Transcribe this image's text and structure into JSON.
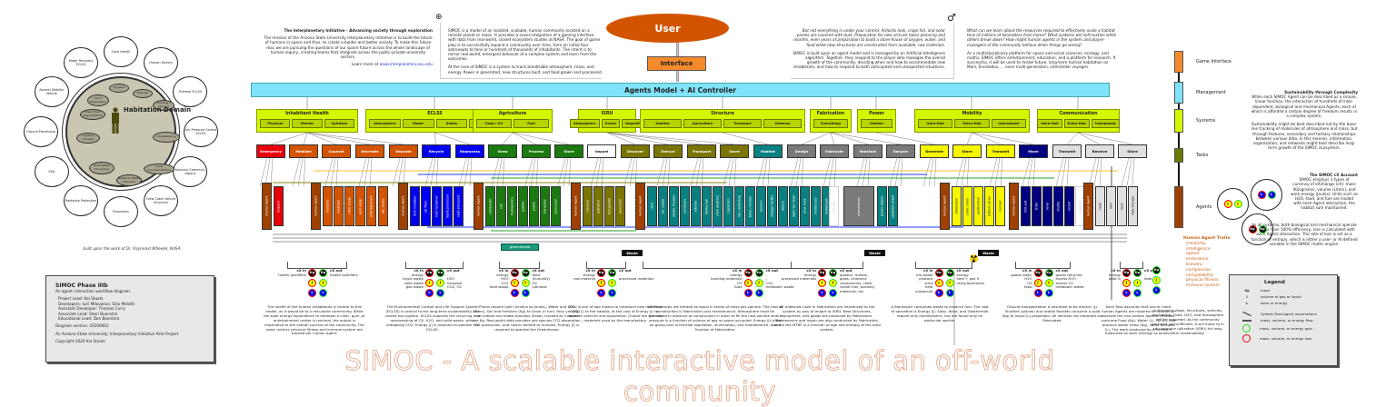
{
  "habitation_diagram": {
    "center_label": "Habitation Domain",
    "outer_domains": [
      "Crew Health",
      "Human Factors",
      "Thermal ECLSS",
      "Air/ Pressure Control ECLSS",
      "Avionics/ Communi- cations",
      "Crew Cabin Vehicle Structure",
      "Propulsion",
      "Radiation Protection",
      "EVA",
      "Ground Processing",
      "Ascent/ Mobility Vehicle",
      "Water Recovery ECLSS"
    ],
    "inner_functions": [
      "Hygiene",
      "Exercise",
      "Food Preparation",
      "Fresh Food Augmentation",
      "Clothing / Laundry",
      "Logistics Storage",
      "Housekeeping",
      "Solid Waste Processing",
      "Crew Accommodations",
      "Metabolic Waste Collection"
    ],
    "credit": "built upon the work of Dr. Raymond Wheeler, NASA"
  },
  "info_card": {
    "title": "SIMOC Phase IIIb",
    "subtitle": "An agent interaction workflow diagram.",
    "credits": [
      "Project Lead: Kai Staats",
      "Developers: Iurii Milovanov, Ezio Melotti",
      "Assistant Developer: Thomas Curry",
      "Associate Lead: Sheri Boonstra",
      "Educational Lead: Don Boonstra"
    ],
    "version": "Diagram version: 20200601",
    "org": "An Arizona State University, Interplanetary Initiative Pilot Project",
    "copyright": "Copyright 2020 Kai Staats"
  },
  "intro": {
    "heading": "The Interplanetary Initiative - Advancing society through exploration",
    "body": "The mission of the Arizona State University Interplanetary Initiative is to build the future of humans in space and thus, to create a bolder and better society. To make this future real, we are pursuing the questions of our space future across the whole landscape of human inquiry, creating teams that integrate across the public-private-university sectors.",
    "learn_more": "Learn more at ",
    "link": "www.interplanetary.asu.edu",
    "p2a": "SIMOC is a model of an isolated, scalable, human community located on a remote planet or moon. It provides a novel integration of a gaming interface with data from real-world, closed ecosystem studies at NASA. The goal of game play is to successfully expand a community over time, from an initial four astronauts to tens or hundreds of thousands of inhabitants. The intent is to mirror real-world, emergent behavior of a complex system and learn from the outcomes.",
    "p2b": "At the core of SIMOC is a system to track breathable atmosphere, mass, and energy. Power is generated, new structures built, and food grown and processed.",
    "p3a": "But not everything is under your control. Airlocks leak, crops fail, and solar panels are covered with dust. Preparation for new arrivals takes planning and months, even years of preparation to build a store-house of oxygen, water, and food while new structures are constructed from available, raw materials.",
    "p3b": "SIMOC is built upon an agent model and is managed by an Artificial Intelligence algorithm. Together, they respond to the player who manages the overall growth of the community, deciding when and how to accommodate new inhabitants, and how to respond to both anticipated and unexpected situations.",
    "p4a": "What can we learn about the resources required to effectively scale a habitat tens of millions of kilometers from home? What systems will self-sustain while others break down? How might human agents in the system and player-managers of the community behave when things go wrong?",
    "p4b": "As a multidisciplinary platform for space and social sciences, ecology, and maths, SIMOC offers entertainment, education, and a platform for research. If successful, it will be used to model future, long-term human habitation on Mars, Enceladus, ... even multi-generation, interstellar voyages.",
    "earth_symbol": "⊕",
    "mars_symbol": "♂"
  },
  "flow": {
    "user": "User",
    "interface": "Interface",
    "controller": "Agents Model + AI Controller"
  },
  "systems": [
    {
      "name": "Inhabitant Health",
      "subs": [
        "Physical",
        "Mental",
        "Spiritual"
      ]
    },
    {
      "name": "ECLSS",
      "subs": [
        "Atmosphere",
        "Water",
        "Solids",
        "Thermal"
      ]
    },
    {
      "name": "Agriculture",
      "subs": [
        "Food / O2",
        "Fuel"
      ]
    },
    {
      "name": "ISRU",
      "subs": [
        "Atmosphere",
        "Ocean",
        "Regolith"
      ]
    },
    {
      "name": "Structure",
      "subs": [
        "Habitat",
        "Agriculture",
        "Transport",
        "Defense"
      ]
    },
    {
      "name": "Fabrication",
      "subs": [
        "Everything"
      ]
    },
    {
      "name": "Power",
      "subs": [
        "Station"
      ]
    },
    {
      "name": "Mobility",
      "subs": [
        "Intra-Hab",
        "Extra-Hab",
        "Interplanet"
      ]
    },
    {
      "name": "Communication",
      "subs": [
        "Intra-Hab",
        "Extra-Hab",
        "Interplanet"
      ]
    }
  ],
  "tasks": [
    {
      "label": "Emergency",
      "color": "#e8000b"
    },
    {
      "label": "Mediate",
      "color": "#d35400"
    },
    {
      "label": "Counsel",
      "color": "#d35400"
    },
    {
      "label": "Recreate",
      "color": "#d35400"
    },
    {
      "label": "Educate",
      "color": "#d35400"
    },
    {
      "label": "Recycle",
      "color": "#0000f0"
    },
    {
      "label": "Reprocess",
      "color": "#0000f0"
    },
    {
      "label": "Grow",
      "color": "#1a7a10"
    },
    {
      "label": "Process",
      "color": "#1a7a10"
    },
    {
      "label": "Store",
      "color": "#1a7a10"
    },
    {
      "label": "Import",
      "color": "#ffffff"
    },
    {
      "label": "Discover",
      "color": "#7a7400"
    },
    {
      "label": "Extract",
      "color": "#7a7400"
    },
    {
      "label": "Transport",
      "color": "#7a7400"
    },
    {
      "label": "Store",
      "color": "#7a7400"
    },
    {
      "label": "Habitat",
      "color": "#088080"
    },
    {
      "label": "Design",
      "color": "#7a7a7a"
    },
    {
      "label": "Fabricate",
      "color": "#7a7a7a"
    },
    {
      "label": "Maintain",
      "color": "#7a7a7a"
    },
    {
      "label": "Recycle",
      "color": "#7a7a7a"
    },
    {
      "label": "Generate",
      "color": "#f6f600"
    },
    {
      "label": "Store",
      "color": "#f6f600"
    },
    {
      "label": "Transmit",
      "color": "#f6f600"
    },
    {
      "label": "Move",
      "color": "#000080"
    },
    {
      "label": "Transmit",
      "color": "#e0e0e0"
    },
    {
      "label": "Receive",
      "color": "#e0e0e0"
    },
    {
      "label": "Store",
      "color": "#e0e0e0"
    }
  ],
  "agent_groups": [
    {
      "color": "#e8000b",
      "agents": [
        "respond"
      ]
    },
    {
      "color": "#d35400",
      "agents": [
        "medbots",
        "medicine",
        "clinic equip",
        "gym equip",
        "entertainment",
        "art, books"
      ]
    },
    {
      "color": "#0000f0",
      "agents": [
        "CO2 scrubber",
        "air filter",
        "H2O reclaimer",
        "liquid processor",
        "solid processor"
      ]
    },
    {
      "color": "#1a7a10",
      "agents": [
        "composter",
        "soil",
        "hydroponics",
        "planter",
        "plants",
        "harvester",
        "processor"
      ]
    },
    {
      "color": "#7a7400",
      "agents": [
        "surveyor",
        "extractor",
        "transporter",
        "processor"
      ]
    },
    {
      "color": "#088080",
      "agents": [
        "clinic",
        "rec center",
        "studio, theater",
        "sanctuary",
        "kitchen",
        "dining hall",
        "crew quarters",
        "classroom",
        "lab / workshop",
        "toilet / shower",
        "laundry",
        "storage facility",
        "airlock",
        "light rail / train",
        "river dock",
        "shuttle bay",
        "rocket pad"
      ]
    },
    {
      "color": "#ffffff",
      "agents": [
        "armory"
      ]
    },
    {
      "color": "#7a7a7a",
      "agents": [
        "manufactory"
      ]
    },
    {
      "color": "#088080",
      "agents": [
        "power station",
        "radiation shield"
      ]
    },
    {
      "color": "#f6f600",
      "agents": [
        "bioreactor",
        "solar / wind",
        "geothermal",
        "battery array",
        "nuclear"
      ]
    },
    {
      "color": "#000080",
      "agents": [
        "EVA suit",
        "trolls",
        "rover",
        "shuttle",
        "rocket"
      ]
    },
    {
      "color": "#ffffff",
      "agents": [
        "weapon"
      ]
    },
    {
      "color": "#e0e0e0",
      "agents": [
        "radio",
        "WiFi",
        "laser",
        "data storage"
      ]
    }
  ],
  "human_agent_label": "Human Agent",
  "greenhouse": "greenhouse",
  "waste_label": "Waste",
  "cx_blocks": [
    {
      "in_label": "cX in",
      "out_label": "cX out",
      "in": [
        "health qualifiers"
      ],
      "out": [
        "health qualifiers"
      ],
      "desc": "The health of the human inhabitants is central to this model, as it would be to a real-world community. While the total energy expenditure to maintain a clinic, gym, or entertainment center is minimal, the output is imperative to the overall success of the community. The basic metrics physical fitness and immune system are tracked per human agent."
    },
    {
      "in_label": "cX in",
      "out_label": "cX out",
      "in": [
        "energy",
        "liquid waste",
        "solid waste",
        "gas waste"
      ],
      "out": [
        "-",
        "H2O",
        "compost",
        "CO2, O2"
      ],
      "desc": "The Environmental Control and Life Support System (ECLSS) is central to the long-term sustainability of a closed eco-system. ECLSS supports the recycling and reprocessing of O2, H2O, and solid waste, while mitigating CO2. Energy (J) is required to operate the ECLSS."
    },
    {
      "in_label": "cX in",
      "out_label": "cX out",
      "in": [
        "energy",
        "H2O",
        "CO2",
        "food waste"
      ],
      "out": [
        "food",
        "(humidity)",
        "O2",
        "compost"
      ],
      "desc": "Plants require light (lumens as Joules), Water and CO2 (liters), Soil and Fertilizer (Kg) to Grow. In turn, they yield O2, non-edible and edible biomass (Food), tracked as Calories per Kg. Real-world data provides per-species CO2 absorption, O2 production, and caloric benefit to humans. Energy (J) is required to operate the Greenhouse."
    },
    {
      "in_label": "cX in",
      "out_label": "cX out",
      "in": [
        "energy",
        "raw material"
      ],
      "out": [
        "-",
        "processed materials"
      ],
      "desc": "ISRU is one of two means to introduce new materials (Kg, L) to the habitat, at the cost of Energy (J) to operate vehicles and equipment. Output are the raw materials used by the manufactory."
    },
    {
      "in_label": "cX in",
      "out_label": "cX out",
      "in": [
        "energy",
        "building materials",
        "O2",
        "food"
      ],
      "out": [
        "-",
        "-",
        "CO2",
        "metabolic waste"
      ],
      "desc": "All Structures are treated as equal in terms of mass per volume. The cost of construction is Fabrication plus maintenance. Atmosphere must be generated in advance of construction in order to fill the new volume where pressure is a function of volume of gas vs space occupied. Energy (J) is the on-going cost of thermal regulation, illumination, and maintenance, also a function of Fabrication."
    },
    {
      "in_label": "cX in",
      "out_label": "cX out",
      "in": [
        "energy",
        "processed materials"
      ],
      "out": [
        "plastics, metals,",
        "glass, ceramics,",
        "components, cloth,",
        "rocket fuel, building",
        "materials, etc."
      ],
      "desc": "All materials used in Fabrication are introduced to the system by way of Import or ISRU. New Structures, equipment, and goods are produced by Fabrication. Maintenance and repair are also conducted by Fabrication, where the MTBF is a function of age and entropy of the total system."
    },
    {
      "in_label": "cX in",
      "out_label": "cX out",
      "in": [
        "bio waste",
        "photons",
        "wind",
        "heat",
        "plutonium"
      ],
      "out": [
        "energy",
        "heat + gas if",
        "using bioreactor"
      ],
      "desc": "A Bioreactor consumes waste to produce fuel. The cost of operation is Energy (J). Solar, Wind, and Geothermal require only maintenance, but are found only on particular worlds."
    },
    {
      "in_label": "cX in",
      "out_label": "cX out",
      "in": [
        "goods taken",
        "H2O",
        "O2",
        "food"
      ],
      "out": [
        "goods returned",
        "excess H2O",
        "excess O2",
        "metabolic waste"
      ],
      "desc": "Ground transportation is assumed to be electric (J). Shuttles (planes) and orbital Rockets consume a solid (Kg) or liquid (L) propellant. All vehicles not imported are Fabricated."
    },
    {
      "in_label": "cX in",
      "out_label": "cX out",
      "in": [
        "energy",
        "data in"
      ],
      "out": [
        "-",
        "data out"
      ],
      "desc": "Each Task assumes that one or more human Agents are required to conduct or oversee the non-human Agents. Humans consume Food (Kg), Water (L), O2 (L), and produce waste mass (Kg), liquid and gas (L). The work produced by a human is measured as work (Energy as Joules)."
    }
  ],
  "early_stage_text": "In the early stage, Structures, vehicles, equipment, Food, H2O, and Atmosphere will be imported. As the community becomes self-sufficient, it will move to in situ resource utilization (ISRU) for long-term sustainability.",
  "human_traits": {
    "title": "Human Agent Traits",
    "items": [
      "creativity",
      "intelligence",
      "speed",
      "endurance",
      "bravery",
      "compassion",
      "compatibility",
      "physical fitness",
      "immune system"
    ]
  },
  "layer_legend": [
    {
      "label": "Game Interface",
      "color": "#f58a2c"
    },
    {
      "label": "Management",
      "color": "#7fe3fb"
    },
    {
      "label": "Systems",
      "color": "#d4f600"
    },
    {
      "label": "Tasks",
      "color": "#6b7a00"
    },
    {
      "label": "Agents",
      "color": "#a04000"
    }
  ],
  "sustainability": {
    "title": "Sustainability through Complexity",
    "p1": "While each SIMOC Agent can be described as a simple, linear function, the interaction of hundreds of inter-dependent, biological and mechanical Agents, each of which is afforded a certain degree of freedom results in a complex system.",
    "p2": "Sustainability might be best described not by the base-line tracking of molecules of atmosphere and mass, but through features, secondary and tertiary relationships between various data. In this manner, information, organization, and networks might best describe long-term growth of the SIMOC ecosystem."
  },
  "cx_account": {
    "title": "The SIMOC cX Account",
    "p1": "SIMOC employs 3 types of currency of eXchange (cX): mass (Kilograms), volume (Liters), and work-energy (Joules). Units such as H2O, food, and fuel are traded with each Agent interaction, the habitat sum maintained.",
    "p2": "As all systems, both biological and mechanical operate at a less than 100% efficiency, loss is calculated with each Agent interaction. The rate of loss is set as a function of entropy, which is either a user- or AI-defined variable in the SIMOC maths engine."
  },
  "units": {
    "mass": "Kg",
    "volume": "l",
    "energy": "L",
    "energy_dot": "J"
  },
  "legend": {
    "title": "Legend",
    "rows": [
      {
        "sym": "Kg",
        "label": "mass"
      },
      {
        "sym": "l",
        "label": "volume of gas or liquid"
      },
      {
        "sym": "L",
        "label": "work or energy"
      },
      {
        "sym": "line-thin",
        "label": "System-Task-Agent associations"
      },
      {
        "sym": "line-thick",
        "label": "mass, volume, or energy flow"
      },
      {
        "sym": "ring-green",
        "label": "mass, volume, or energy gain"
      },
      {
        "sym": "ring-red",
        "label": "mass, volume, or energy loss"
      }
    ]
  },
  "big_title": "SIMOC - A scalable interactive model of an off-world community",
  "colors": {
    "mass": "#000000",
    "volume": "#f6f600",
    "energy": "#0000f0",
    "gain": "#22dd22",
    "loss": "#e00000"
  }
}
